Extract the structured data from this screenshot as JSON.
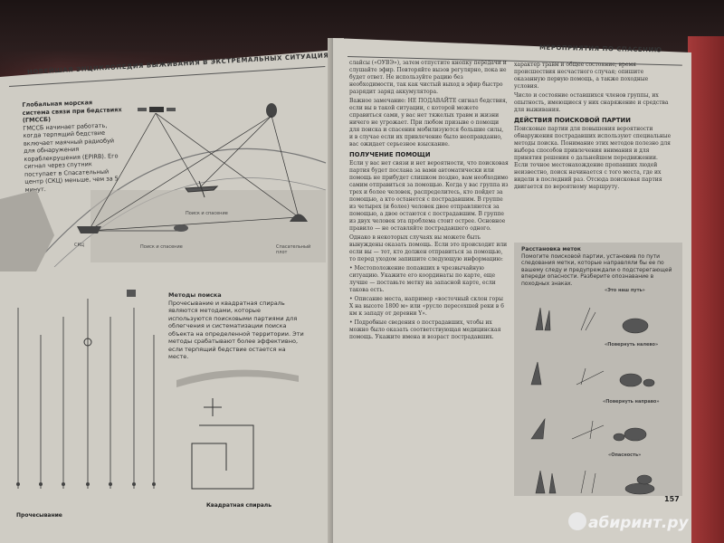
{
  "left_page": {
    "header": "НОВЕЙШАЯ ЭНЦИКЛОПЕДИЯ ВЫЖИВАНИЯ В ЭКСТРЕМАЛЬНЫХ СИТУАЦИЯХ",
    "gmdss_title": "Глобальная морская система связи при бедствиях (ГМССБ)",
    "gmdss_text": "ГМССБ начинает работать, когда терпящий бедствие включает маячный радиобуй для обнаружения кораблекрушения (EPIRB). Его сигнал через спутник поступает в Спасательный центр (СКЦ) меньше, чем за 5 минут.",
    "diagram_labels": {
      "search_rescue_1": "Поиск и спасение",
      "skc": "СКЦ",
      "search_rescue_2": "Поиск и спасение",
      "raft": "Спасательный плот"
    },
    "methods_title": "Методы поиска",
    "methods_text": "Прочесывание и квадратная спираль являются методами, которые используются поисковыми партиями для облегчения и систематизации поиска объекта на определенной территории. Эти методы срабатывают более эффективно, если терпящий бедствие остается на месте.",
    "combing_label": "Прочесывание",
    "spiral_label": "Квадратная спираль"
  },
  "right_page": {
    "header": "МЕРОПРИЯТИЯ ПО СПАСЕНИЮ",
    "page_number": "157",
    "col1_intro": "слайсы («ОУВЭ»), затем отпустите кнопку передачи и слушайте эфир. Повторяйте вызов регулярно, пока не будет ответ. Не используйте рацию без необходимости, так как чистый выход в эфир быстро разрядит заряд аккумулятора.",
    "col1_note": "Важное замечание: НЕ ПОДАВАЙТЕ сигнал бедствия, если вы в такой ситуации, с которой можете справиться сами, у вас нет тяжелых травм и жизни ничего не угрожает. При любом призыве о помощи для поиска и спасения мобилизуются большие силы, и в случае если их привлечение было неоправданно, вас ожидает серьезное взыскание.",
    "col1_heading": "ПОЛУЧЕНИЕ ПОМОЩИ",
    "col1_body": "Если у вас нет связи и нет вероятности, что поисковая партия будет послана за вами автоматически или помощь не прибудет слишком поздно, вам необходимо самим отправиться за помощью. Когда у вас группа из трех и более человек, распределитесь, кто пойдет за помощью, а кто останется с пострадавшим. В группе из четырех (и более) человек двое отправляются за помощью, а двое остаются с пострадавшим. В группе из двух человек эта проблема стоит острее. Основное правило — не оставляйте пострадавшего одного.",
    "col1_body2": "Однако в некоторых случаях вы можете быть вынуждены оказать помощь. Если это происходит или если вы — тот, кто должен отправиться за помощью, то перед уходом запишите следующую информацию:",
    "bullets": [
      "Местоположение попавших в чрезвычайную ситуацию. Укажите его координаты по карте, еще лучше — поставьте метку на запасной карте, если такова есть.",
      "Описание места, например «восточный склон горы Х на высоте 1800 м» или «русло пересохшей реки в 6 км к западу от деревни Y».",
      "Подробные сведения о пострадавших, чтобы их можно было оказать соответствующая медицинская помощь. Укажите имена и возраст пострадавших."
    ],
    "col2_top": "характер травм и общее состояние; время происшествия несчастного случая; опишите оказанную первую помощь, а также походные условия.",
    "col2_top2": "Число и состояние оставшихся членов группы, их опытность, имеющиеся у них снаряжение и средства для выживания.",
    "col2_heading": "ДЕЙСТВИЯ ПОИСКОВОЙ ПАРТИИ",
    "col2_body": "Поисковые партии для повышения вероятности обнаружения пострадавших используют специальные методы поиска. Понимание этих методов полезно для выбора способов привлечения внимания и для принятия решения о дальнейшем передвижении. Если точное местонахождение пропавших людей неизвестно, поиск начинается с того места, где их видели в последний раз. Отсюда поисковая партия двигается по вероятному маршруту.",
    "markers_title": "Расстановка меток",
    "markers_text": "Помогите поисковой партии, установив по пути следования метки, которые направляли бы ее по вашему следу и предупреждали о подстерегающей впереди опасности. Разберите опознавание в походных знаках.",
    "markers": [
      "«Это наш путь»",
      "«Повернуть налево»",
      "«Повернуть направо»",
      "«Опасность»"
    ]
  },
  "watermark": "абиринт.ру"
}
